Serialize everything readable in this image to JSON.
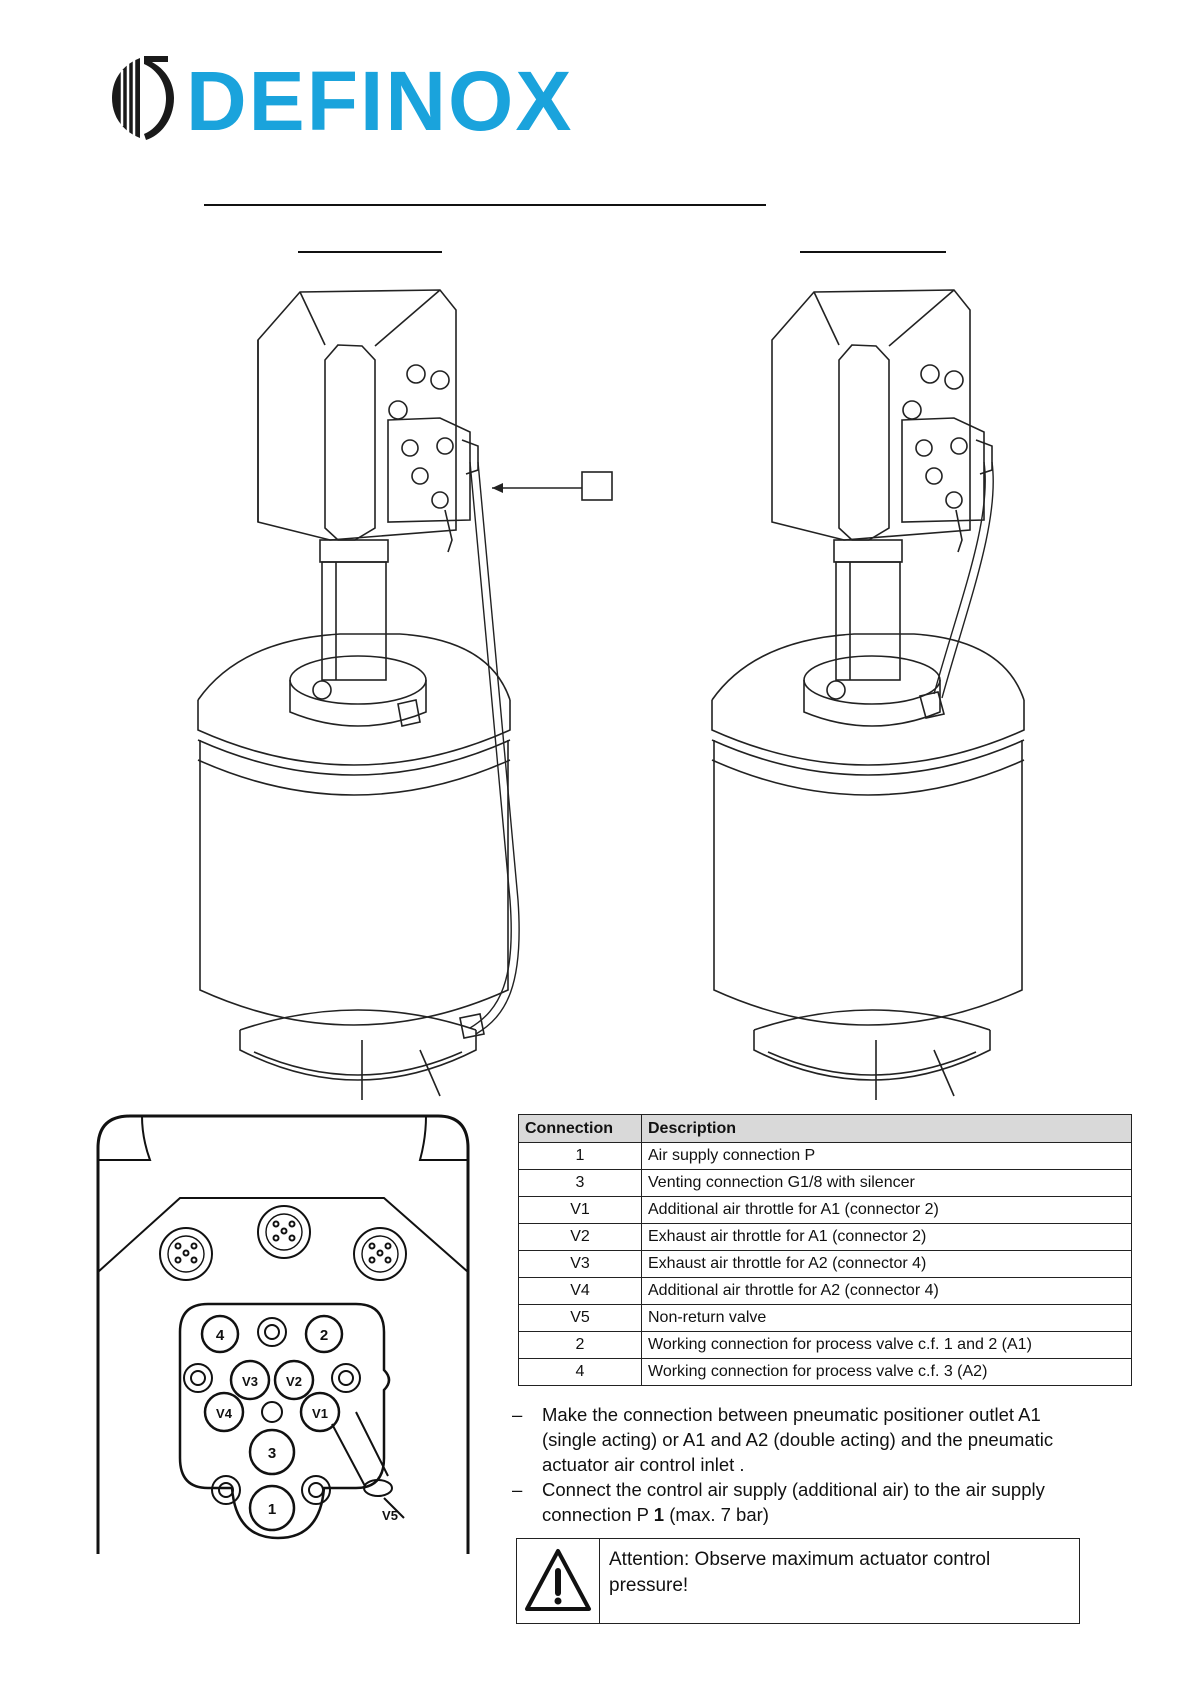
{
  "brand": {
    "name": "DEFINOX",
    "color": "#1aa3dc"
  },
  "figure": {
    "callout_icon": "callout-box"
  },
  "connection_table": {
    "headers": [
      "Connection",
      "Description"
    ],
    "rows": [
      {
        "connection": "1",
        "description": "Air supply connection P"
      },
      {
        "connection": "3",
        "description": "Venting connection G1/8 with silencer"
      },
      {
        "connection": "V1",
        "description": "Additional air throttle for A1 (connector 2)"
      },
      {
        "connection": "V2",
        "description": "Exhaust air throttle for A1 (connector 2)"
      },
      {
        "connection": "V3",
        "description": "Exhaust air throttle for A2 (connector 4)"
      },
      {
        "connection": "V4",
        "description": "Additional air throttle for A2 (connector 4)"
      },
      {
        "connection": "V5",
        "description": "Non-return valve"
      },
      {
        "connection": "2",
        "description": "Working connection for process valve c.f. 1 and 2 (A1)"
      },
      {
        "connection": "4",
        "description": "Working connection for process valve c.f. 3 (A2)"
      }
    ]
  },
  "closeup_labels": {
    "port_4": "4",
    "port_2": "2",
    "port_v3": "V3",
    "port_v2": "V2",
    "port_v4": "V4",
    "port_v1": "V1",
    "port_3": "3",
    "port_1": "1",
    "port_v5": "V5"
  },
  "instructions": [
    {
      "dash": "–",
      "text": "Make the connection between pneumatic positioner outlet A1 (single acting) or A1 and A2 (double acting) and the pneumatic actuator air control inlet ."
    },
    {
      "dash": "–",
      "text_before": "Connect the control air supply (additional air) to the air supply connection P ",
      "bold": "1",
      "text_after": " (max. 7 bar)"
    }
  ],
  "warning": {
    "icon": "warning-triangle-icon",
    "text": "Attention: Observe maximum actuator control pressure!"
  }
}
